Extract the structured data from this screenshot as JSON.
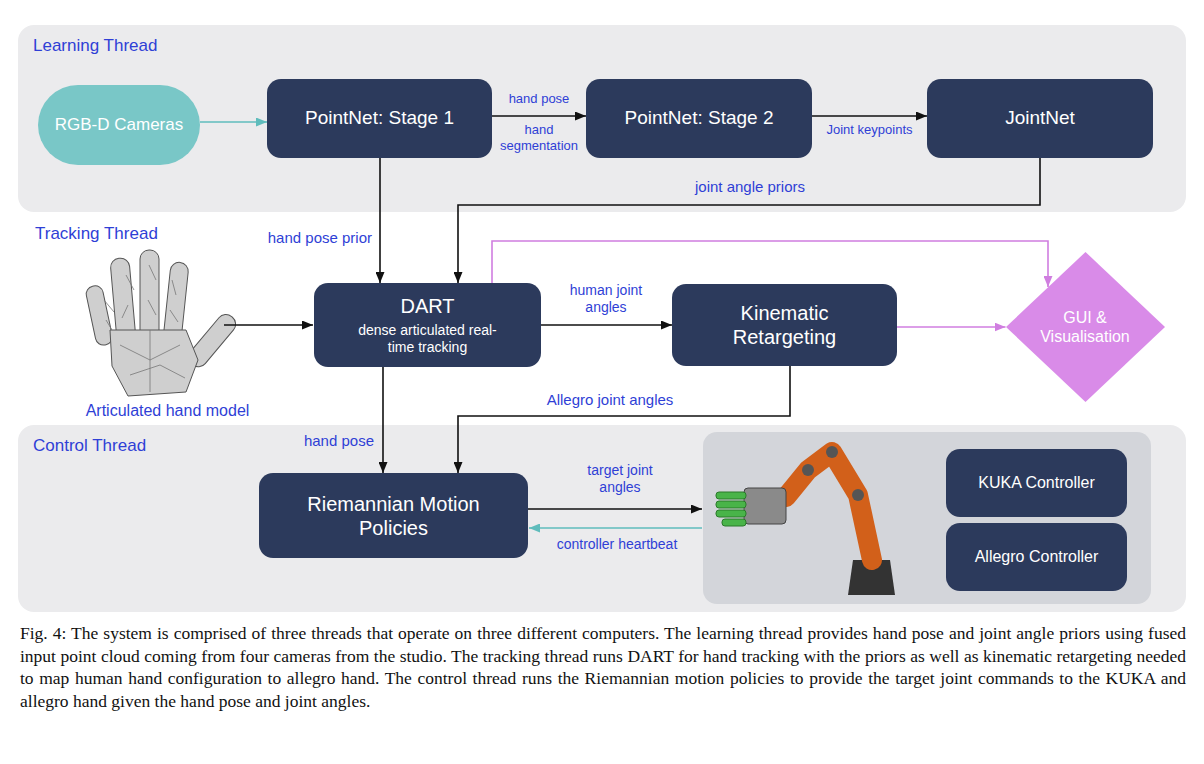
{
  "diagram": {
    "caption": "Fig. 4: The system is comprised of three threads that operate on three different computers. The learning thread provides hand pose and joint angle priors using fused input point cloud coming from four cameras from the studio. The tracking thread runs DART for hand tracking with the priors as well as kinematic retargeting needed to map human hand configuration to allegro hand. The control thread runs the Riemannian motion policies to provide the target joint commands to the KUKA and allegro hand given the hand pose and joint angles.",
    "nodes": [
      {
        "text": [
          "Learning Thread"
        ]
      },
      {
        "text": [
          "RGB-D Cameras"
        ],
        "in": 0
      },
      {
        "text": [
          "PointNet: Stage 1"
        ],
        "in": 0
      },
      {
        "text": [
          "PointNet: Stage 2"
        ],
        "in": 0
      },
      {
        "text": [
          "JointNet"
        ],
        "in": 0
      },
      {
        "text": [
          "DART",
          "dense articulated real-time tracking"
        ]
      },
      {
        "text": [
          "Kinematic Retargeting"
        ]
      },
      {
        "text": [
          "GUI & Visualisation"
        ]
      },
      {
        "text": [
          "Control Thread"
        ]
      },
      {
        "text": [
          "Riemannian Motion Policies"
        ],
        "in": 8
      },
      {
        "text": [
          "KUKA Controller"
        ],
        "in": 8
      },
      {
        "text": [
          "Allegro Controller"
        ],
        "in": 8
      }
    ],
    "edges": [
      {
        "from": 1,
        "to": 2,
        "arrow": "to"
      },
      {
        "from": 2,
        "to": 3,
        "label": "hand pose",
        "arrow": "to"
      },
      {
        "from": 3,
        "to": 4,
        "label": "Joint keypoints",
        "arrow": "to"
      },
      {
        "from": 4,
        "to": 5,
        "label": "joint angle priors",
        "arrow": "to"
      },
      {
        "from": 2,
        "to": 5,
        "label": "hand pose prior",
        "arrow": "to"
      },
      {
        "from": 5,
        "to": 6,
        "label": "human joint angles",
        "arrow": "to"
      },
      {
        "from": 5,
        "to": 7,
        "arrow": "to"
      },
      {
        "from": 6,
        "to": 7,
        "arrow": "to"
      },
      {
        "from": 6,
        "to": 9,
        "label": "Allegro joint angles",
        "arrow": "to"
      },
      {
        "from": 5,
        "to": 9,
        "label": "hand pose",
        "arrow": "to"
      }
    ],
    "labels": [
      "Tracking Thread",
      "hand segmentation",
      "Articulated hand model",
      "target joint angles",
      "controller heartbeat"
    ]
  }
}
